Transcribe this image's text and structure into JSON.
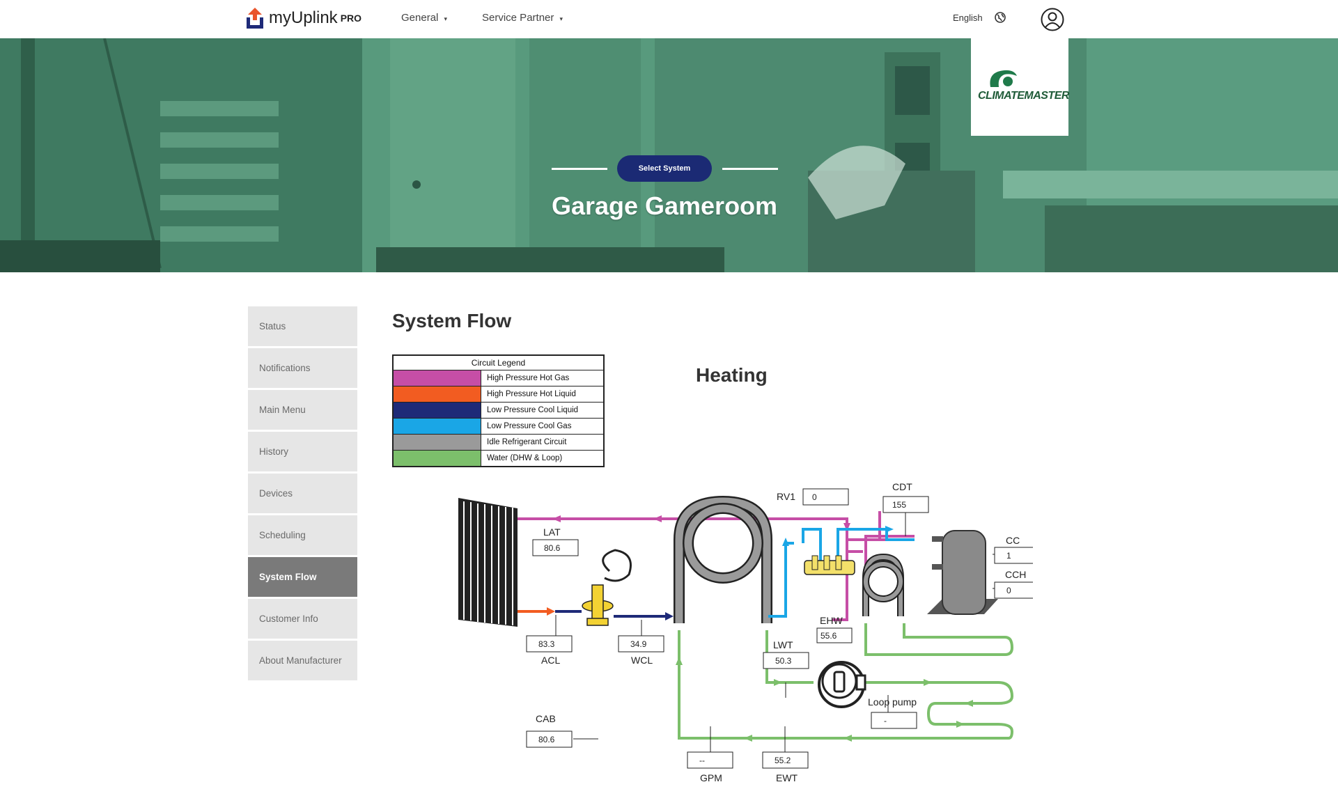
{
  "nav": {
    "logo_text": "myUplink",
    "logo_pro": "PRO",
    "general": "General",
    "service_partner": "Service Partner",
    "language": "English"
  },
  "hero": {
    "select_system": "Select System",
    "title": "Garage Gameroom",
    "brand": "CLIMATEMASTER"
  },
  "sidebar": {
    "items": [
      {
        "label": "Status",
        "active": false
      },
      {
        "label": "Notifications",
        "active": false
      },
      {
        "label": "Main Menu",
        "active": false
      },
      {
        "label": "History",
        "active": false
      },
      {
        "label": "Devices",
        "active": false
      },
      {
        "label": "Scheduling",
        "active": false
      },
      {
        "label": "System Flow",
        "active": true
      },
      {
        "label": "Customer Info",
        "active": false
      },
      {
        "label": "About Manufacturer",
        "active": false
      }
    ]
  },
  "main": {
    "title": "System Flow",
    "mode": "Heating"
  },
  "legend": {
    "title": "Circuit Legend",
    "rows": [
      {
        "label": "High Pressure Hot Gas",
        "color": "#c64ea6"
      },
      {
        "label": "High Pressure Hot Liquid",
        "color": "#f25c21"
      },
      {
        "label": "Low Pressure Cool Liquid",
        "color": "#1e2a78"
      },
      {
        "label": "Low Pressure Cool Gas",
        "color": "#1aa6e6"
      },
      {
        "label": "Idle Refrigerant Circuit",
        "color": "#9a9a9a"
      },
      {
        "label": "Water (DHW & Loop)",
        "color": "#7cbf6b"
      }
    ]
  },
  "sensors": {
    "rv1": {
      "label": "RV1",
      "value": "0"
    },
    "cdt": {
      "label": "CDT",
      "value": "155"
    },
    "lat": {
      "label": "LAT",
      "value": "80.6"
    },
    "cc": {
      "label": "CC",
      "value": "1"
    },
    "cch": {
      "label": "CCH",
      "value": "0"
    },
    "acl": {
      "label": "ACL",
      "value": "83.3"
    },
    "wcl": {
      "label": "WCL",
      "value": "34.9"
    },
    "ehw": {
      "label": "EHW",
      "value": "55.6"
    },
    "lwt": {
      "label": "LWT",
      "value": "50.3"
    },
    "loop_pump": {
      "label": "Loop pump",
      "value": "-"
    },
    "cab": {
      "label": "CAB",
      "value": "80.6"
    },
    "gpm": {
      "label": "GPM",
      "value": "--"
    },
    "ewt": {
      "label": "EWT",
      "value": "55.2"
    }
  }
}
